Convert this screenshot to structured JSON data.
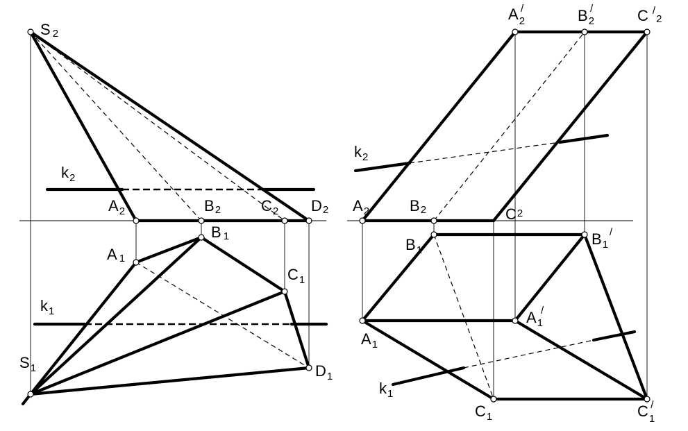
{
  "left": {
    "labels": {
      "S2": {
        "main": "S",
        "sub": "2"
      },
      "k2": {
        "main": "k",
        "sub": "2"
      },
      "A2": {
        "main": "A",
        "sub": "2"
      },
      "B2": {
        "main": "B",
        "sub": "2"
      },
      "C2": {
        "main": "C",
        "sub": "2"
      },
      "D2": {
        "main": "D",
        "sub": "2"
      },
      "A1": {
        "main": "A",
        "sub": "1"
      },
      "B1": {
        "main": "B",
        "sub": "1"
      },
      "C1": {
        "main": "C",
        "sub": "1"
      },
      "D1": {
        "main": "D",
        "sub": "1"
      },
      "k1": {
        "main": "k",
        "sub": "1"
      },
      "S1": {
        "main": "S",
        "sub": "1"
      }
    }
  },
  "right": {
    "labels": {
      "A2p": {
        "main": "A",
        "sub": "2",
        "prime": "/"
      },
      "B2p": {
        "main": "B",
        "sub": "2",
        "prime": "/"
      },
      "C2p": {
        "main": "C",
        "sub": "2",
        "prime": "/"
      },
      "k2": {
        "main": "k",
        "sub": "2"
      },
      "A2": {
        "main": "A",
        "sub": "2"
      },
      "B2": {
        "main": "B",
        "sub": "2"
      },
      "C2": {
        "main": "C",
        "sub": "2"
      },
      "B1": {
        "main": "B",
        "sub": "1"
      },
      "B1p": {
        "main": "B",
        "sub": "1",
        "prime": "/"
      },
      "A1p": {
        "main": "A",
        "sub": "1",
        "prime": "/"
      },
      "A1": {
        "main": "A",
        "sub": "1"
      },
      "k1": {
        "main": "k",
        "sub": "1"
      },
      "C1": {
        "main": "C",
        "sub": "1"
      },
      "C1p": {
        "main": "C",
        "sub": "1",
        "prime": "/"
      }
    }
  }
}
